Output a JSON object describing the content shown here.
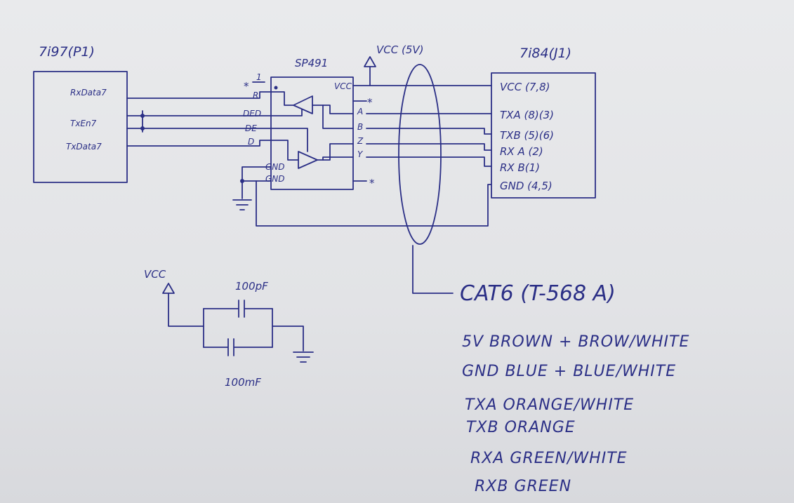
{
  "p1": {
    "title": "7i97(P1)",
    "pins": [
      "RxData7",
      "TxEn7",
      "TxData7"
    ]
  },
  "u1": {
    "title": "SP491",
    "pin1": "1",
    "left_pins": [
      "R",
      "DED",
      "DE",
      "D"
    ],
    "vcc_pin": "VCC",
    "gnd_pins": [
      "GND",
      "GND"
    ],
    "right_pins": [
      "A",
      "B",
      "Z",
      "Y"
    ],
    "nc_mark": "*"
  },
  "supply": {
    "label": "VCC (5V)"
  },
  "j1": {
    "title": "7i84(J1)",
    "pins": [
      "VCC (7,8)",
      "TXA (8)(3)",
      "TXB (5)(6)",
      "RX A (2)",
      "RX B(1)",
      "GND (4,5)"
    ]
  },
  "cable": {
    "label": "CAT6 (T-568 A)"
  },
  "decoupling": {
    "vcc_label": "VCC",
    "cap1": "100pF",
    "cap2": "100mF"
  },
  "wiring_notes": [
    "5V  BROWN + BROW/WHITE",
    "GND BLUE + BLUE/WHITE",
    "TXA ORANGE/WHITE",
    "TXB ORANGE",
    "RXA GREEN/WHITE",
    "RXB GREEN"
  ]
}
